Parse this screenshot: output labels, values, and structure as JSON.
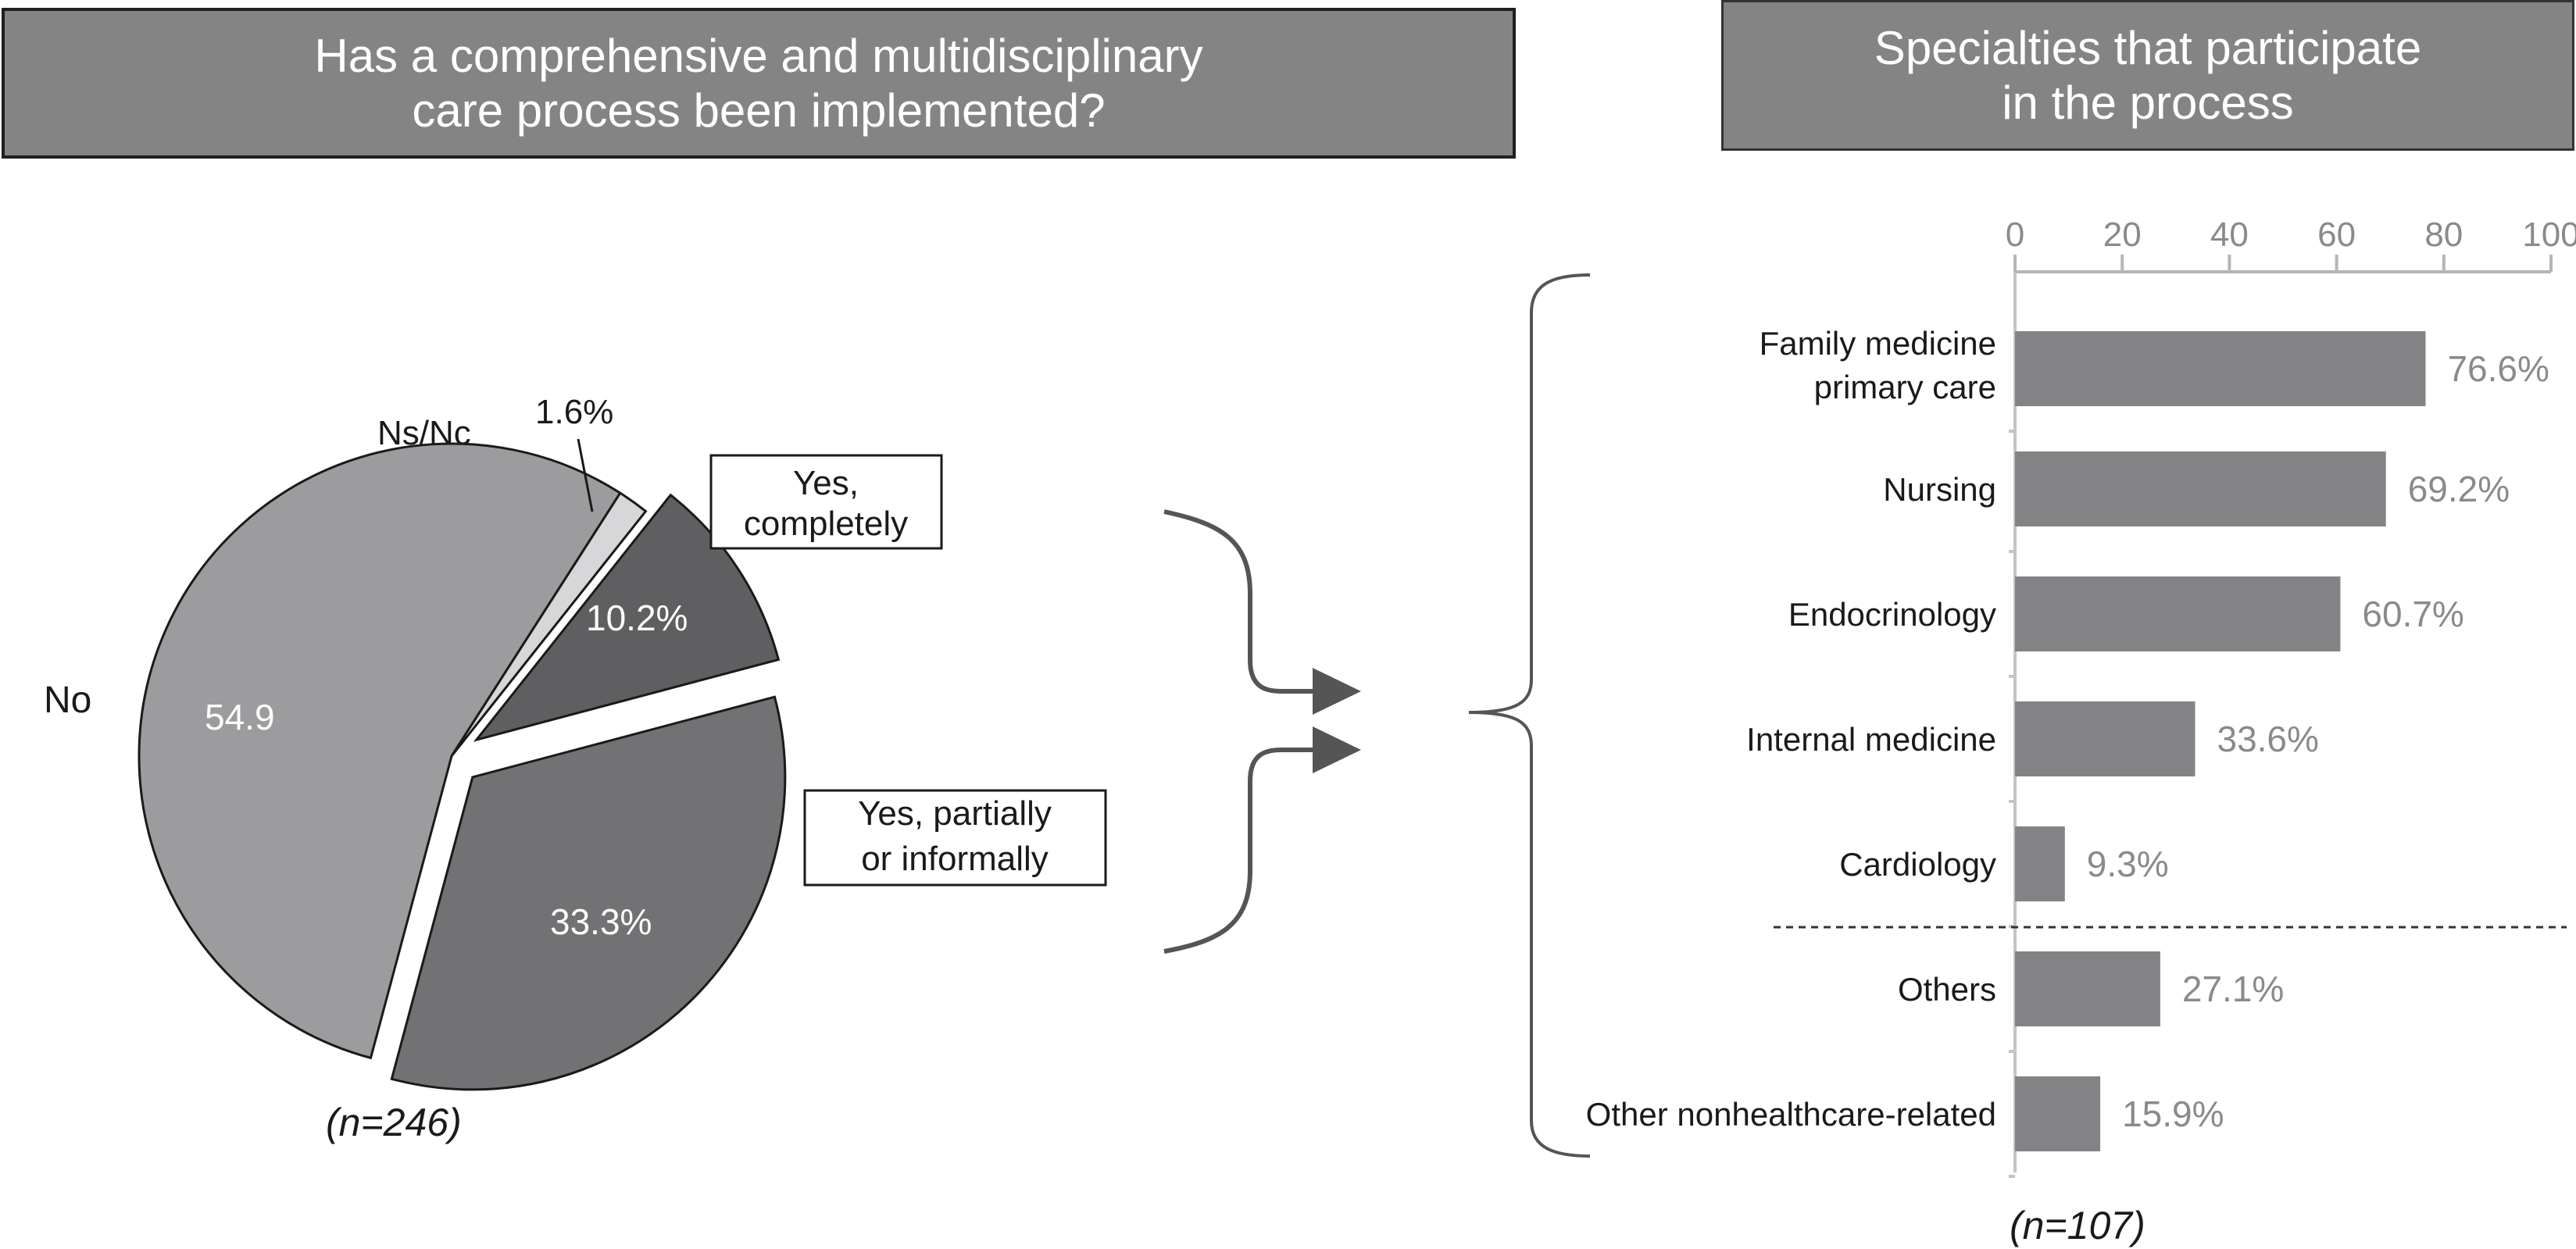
{
  "pie": {
    "title_lines": [
      "Has a comprehensive and multidisciplinary",
      "care process been implemented?"
    ],
    "n_label": "(n=246)",
    "chart_data": {
      "type": "pie",
      "slices": [
        {
          "label": "No",
          "value": 54.9,
          "value_text": "54.9",
          "color": "#9c9c9e"
        },
        {
          "label": "Ns/Nc",
          "value": 1.6,
          "value_text": "1.6%",
          "color": "#d7d7d9"
        },
        {
          "label_lines": [
            "Yes,",
            "completely"
          ],
          "value": 10.2,
          "value_text": "10.2%",
          "color": "#5f5f61"
        },
        {
          "label_lines": [
            "Yes, partially",
            "or informally"
          ],
          "value": 33.3,
          "value_text": "33.3%",
          "color": "#727275"
        }
      ]
    }
  },
  "bar": {
    "title_lines": [
      "Specialties that participate",
      "in the process"
    ],
    "n_label": "(n=107)",
    "chart_data": {
      "type": "bar",
      "orientation": "horizontal",
      "xlim": [
        0,
        100
      ],
      "ticks": [
        "0",
        "20",
        "40",
        "60",
        "80",
        "100"
      ],
      "categories": [
        [
          "Family medicine",
          "primary care"
        ],
        [
          "Nursing"
        ],
        [
          "Endocrinology"
        ],
        [
          "Internal medicine"
        ],
        [
          "Cardiology"
        ],
        [
          "Others"
        ],
        [
          "Other nonhealthcare-related"
        ]
      ],
      "values": [
        76.6,
        69.2,
        60.7,
        33.6,
        9.3,
        27.1,
        15.9
      ],
      "value_labels": [
        "76.6%",
        "69.2%",
        "60.7%",
        "33.6%",
        "9.3%",
        "27.1%",
        "15.9%"
      ],
      "bar_color": "#838386",
      "label_color": "#8a8a8a",
      "divider_after_index": 4
    }
  }
}
